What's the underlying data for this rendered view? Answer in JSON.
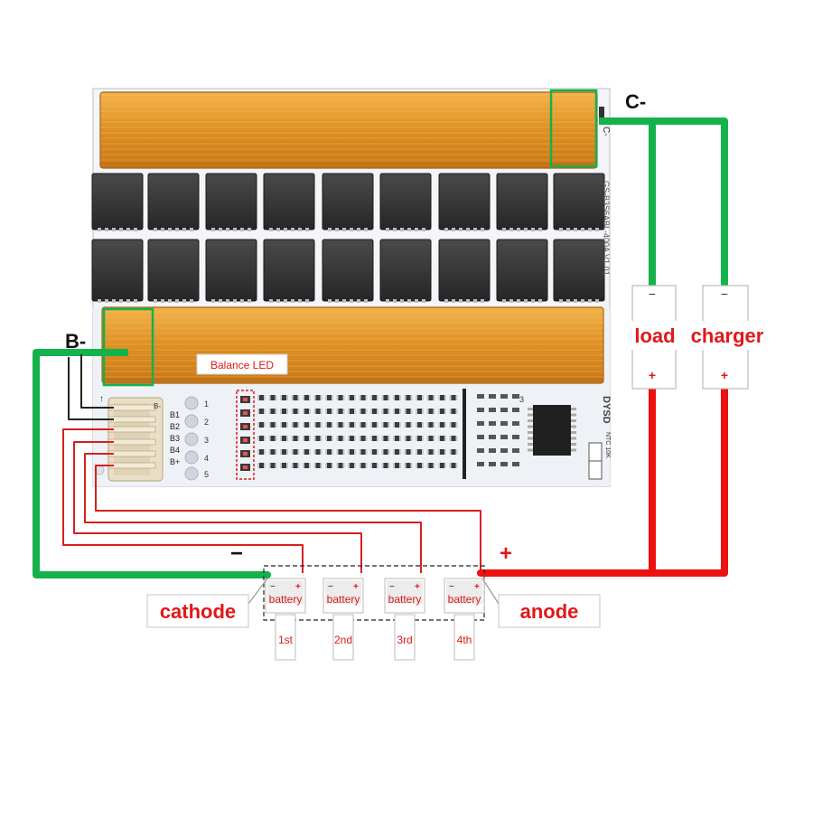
{
  "labels": {
    "c_minus": "C-",
    "b_minus": "B-",
    "balance_led": "Balance LED",
    "load": "load",
    "charger": "charger",
    "cathode": "cathode",
    "anode": "anode",
    "minus_sign": "−",
    "plus_sign": "+",
    "terminal_minus": "−",
    "terminal_plus": "+"
  },
  "connector_pins": [
    "B1",
    "B2",
    "B3",
    "B4",
    "B+"
  ],
  "pad_numbers": [
    "1",
    "2",
    "3",
    "4",
    "5"
  ],
  "board_text": {
    "side_c": "C-",
    "model": "GS-B3S6ABL-400A V1.01",
    "brand": "DYSD",
    "ntc": "NTC 10K",
    "pin_b_minus": "B-",
    "arrow": "↑",
    "ic_number": "3"
  },
  "batteries": [
    {
      "label": "battery",
      "order": "1st"
    },
    {
      "label": "battery",
      "order": "2nd"
    },
    {
      "label": "battery",
      "order": "3rd"
    },
    {
      "label": "battery",
      "order": "4th"
    }
  ],
  "colors": {
    "negative_wire": "#14b24a",
    "positive_wire": "#ee1111",
    "balance_wire": "#d62020",
    "heatsink": "#e59a2c",
    "mosfet": "#3a3a3a",
    "board": "#f4f6f9",
    "label_red": "#e01818"
  }
}
